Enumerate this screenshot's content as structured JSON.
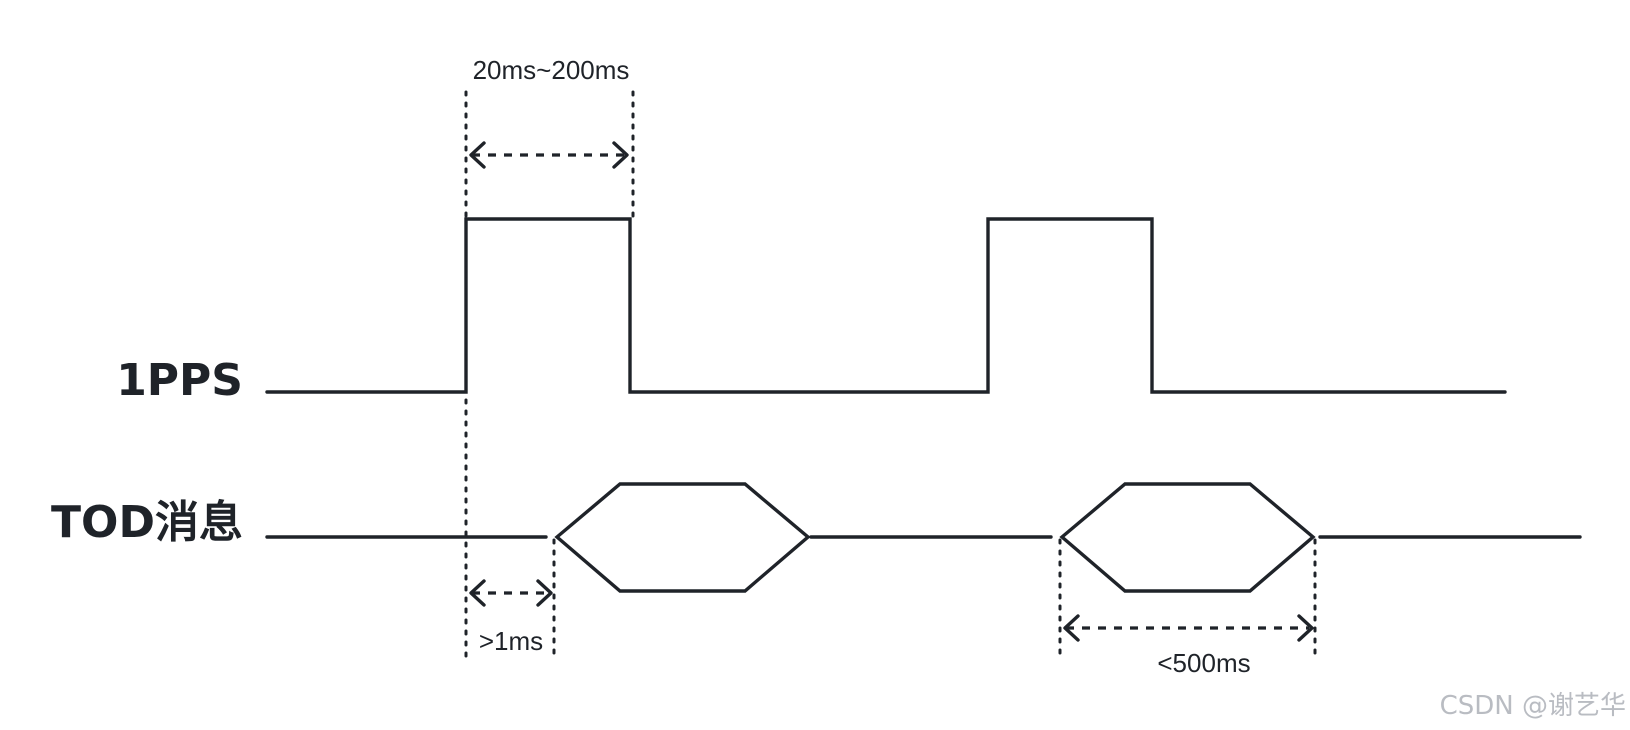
{
  "signals": {
    "pps_label": "1PPS",
    "tod_label": "TOD消息"
  },
  "annotations": {
    "pulse_width": "20ms~200ms",
    "tod_delay": ">1ms",
    "tod_duration": "<500ms"
  },
  "watermark": "CSDN @谢艺华"
}
